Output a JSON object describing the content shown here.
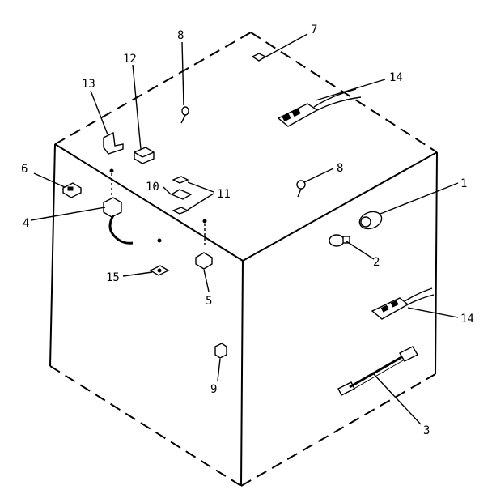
{
  "callouts": {
    "c1": "1",
    "c2": "2",
    "c3": "3",
    "c4": "4",
    "c5": "5",
    "c6": "6",
    "c7": "7",
    "c8a": "8",
    "c8b": "8",
    "c9": "9",
    "c10": "10",
    "c11": "11",
    "c12": "12",
    "c13": "13",
    "c14a": "14",
    "c14b": "14",
    "c15": "15"
  }
}
